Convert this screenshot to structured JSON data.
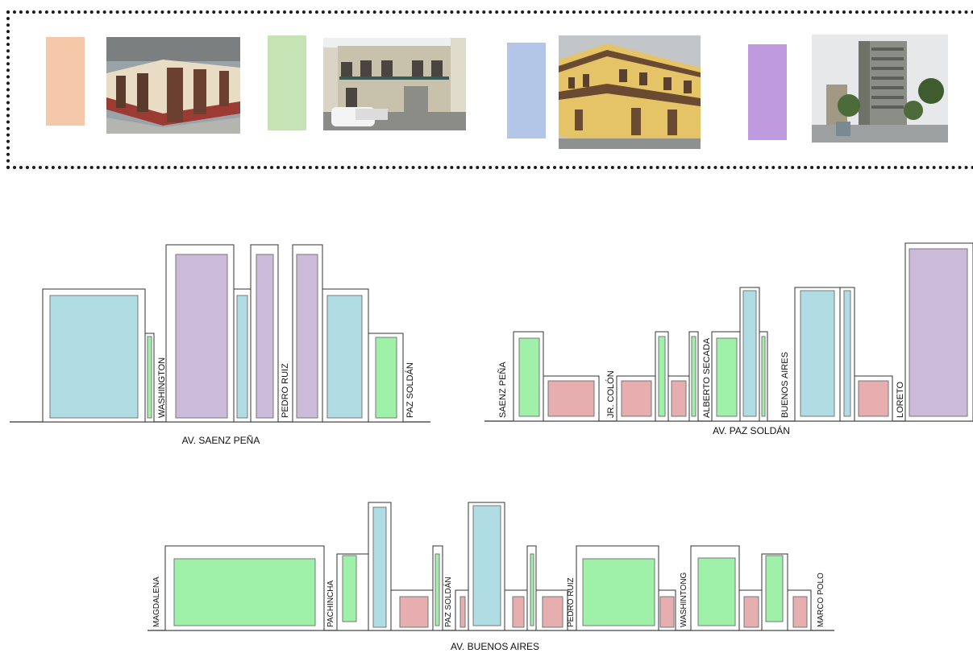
{
  "colors": {
    "orange": "#f4c8a8",
    "green": "#c5e3b4",
    "blue": "#b4c6e7",
    "purple": "#c09ade",
    "facade_green": "#9ff0a8",
    "facade_blue": "#b0dce4",
    "facade_purple": "#cbbad9",
    "facade_pink": "#e6aeae",
    "outline": "#333333"
  },
  "legend": [
    {
      "swatch": "orange",
      "photo": "photo-one-storey-corner-house"
    },
    {
      "swatch": "green",
      "photo": "photo-two-storey-house-with-balconies"
    },
    {
      "swatch": "blue",
      "photo": "photo-yellow-colonial-corner-building"
    },
    {
      "swatch": "purple",
      "photo": "photo-high-rise-tower"
    }
  ],
  "streets": {
    "saenz_pena": {
      "title": "AV. SAENZ PEÑA",
      "cross_streets": [
        "WASHINGTON",
        "PEDRO RUIZ",
        "PAZ SOLDÁN"
      ]
    },
    "paz_soldan": {
      "title": "AV. PAZ SOLDÁN",
      "cross_streets": [
        "SAENZ PEÑA",
        "JR. COLÓN",
        "ALBERTO SECADA",
        "BUENOS AIRES",
        "LORETO"
      ]
    },
    "buenos_aires": {
      "title": "AV. BUENOS AIRES",
      "cross_streets": [
        "MAGDALENA",
        "PACHINCHA",
        "PAZ SOLDÁN",
        "PEDRO RUIZ",
        "WASHINTONG",
        "MARCO POLO"
      ]
    }
  }
}
